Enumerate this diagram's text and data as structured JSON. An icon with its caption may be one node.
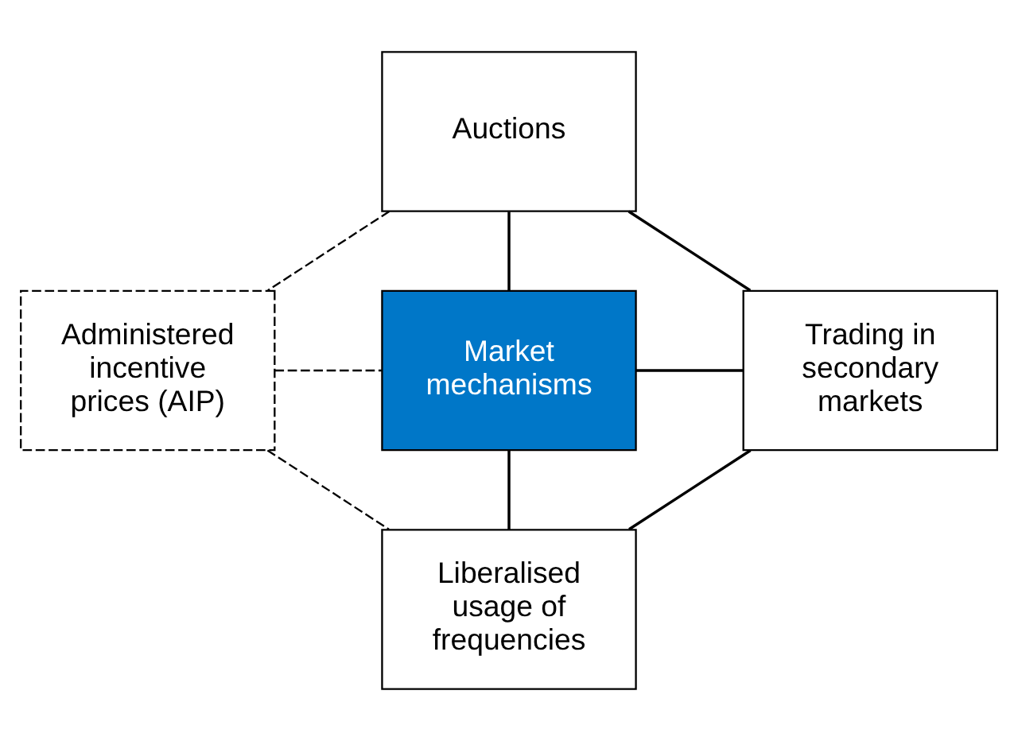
{
  "diagram": {
    "nodes": [
      {
        "text": [
          "Auctions"
        ]
      },
      {
        "text": [
          "Administered incentive prices (AIP)"
        ]
      },
      {
        "text": [
          "Market mechanisms"
        ]
      },
      {
        "text": [
          "Trading in secondary markets"
        ]
      },
      {
        "text": [
          "Liberalised usage of frequencies"
        ]
      }
    ],
    "edges": [
      {
        "from": 0,
        "to": 2,
        "arrow": "none"
      },
      {
        "from": 1,
        "to": 2,
        "arrow": "none",
        "style": "dashed"
      },
      {
        "from": 2,
        "to": 3,
        "arrow": "none"
      },
      {
        "from": 2,
        "to": 4,
        "arrow": "none"
      },
      {
        "from": 0,
        "to": 1,
        "arrow": "none",
        "style": "dashed"
      },
      {
        "from": 0,
        "to": 3,
        "arrow": "none"
      },
      {
        "from": 1,
        "to": 4,
        "arrow": "none",
        "style": "dashed"
      },
      {
        "from": 4,
        "to": 3,
        "arrow": "none"
      }
    ]
  }
}
